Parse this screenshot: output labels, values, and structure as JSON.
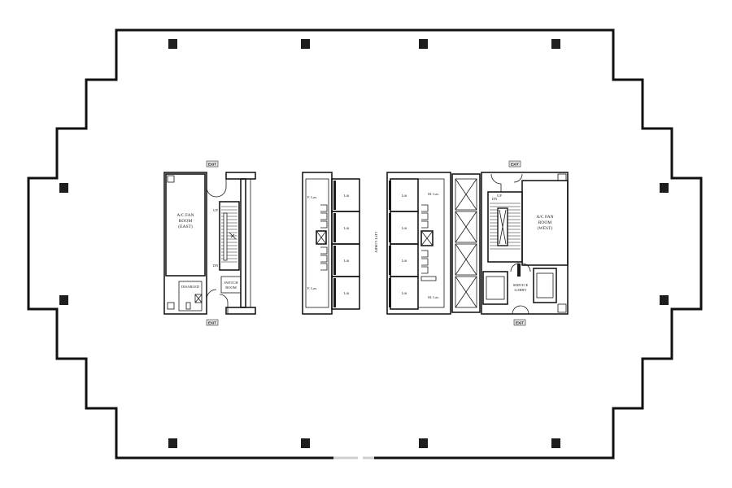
{
  "diagram": {
    "type": "office floor plan",
    "colors": {
      "background": "#ffffff",
      "lines": "#1a1a1a",
      "columns": "#1e1e1e",
      "exit_tag": "#e6e6e6"
    }
  },
  "labels": {
    "ac_fan_room_east": [
      "A/C FAN",
      "ROOM",
      "(EAST)"
    ],
    "ac_fan_room_west": [
      "A/C FAN",
      "ROOM",
      "(WEST)"
    ],
    "disabled": "DISABLED",
    "switch_room": [
      "SWITCH",
      "ROOM"
    ],
    "service_lobby": [
      "SERVICE",
      "LOBBY"
    ],
    "lift_lobby": "LIFT LOBBY",
    "f_lav_top": "F. Lav.",
    "f_lav_bottom": "F. Lav.",
    "m_lav_top": "M. Lav.",
    "m_lav_bottom": "M. Lav.",
    "lift": "Lift",
    "up": "UP",
    "dn": "DN",
    "exit": "EXIT"
  },
  "lifts_left": [
    "Lift",
    "Lift",
    "Lift",
    "Lift"
  ],
  "lifts_right": [
    "Lift",
    "Lift",
    "Lift",
    "Lift"
  ],
  "exits": [
    {
      "id": "exit-east-top",
      "label": "EXIT"
    },
    {
      "id": "exit-east-bottom",
      "label": "EXIT"
    },
    {
      "id": "exit-west-top",
      "label": "EXIT"
    },
    {
      "id": "exit-west-bottom",
      "label": "EXIT"
    }
  ],
  "columns_count": 12
}
